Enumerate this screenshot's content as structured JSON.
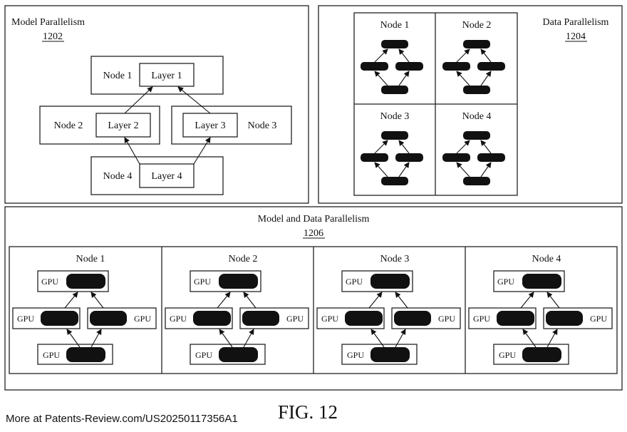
{
  "model_parallelism": {
    "title": "Model Parallelism",
    "ref": "1202",
    "nodes": [
      {
        "node": "Node 1",
        "layer": "Layer 1"
      },
      {
        "node": "Node 2",
        "layer": "Layer 2"
      },
      {
        "node": "Node 3",
        "layer": "Layer 3"
      },
      {
        "node": "Node 4",
        "layer": "Layer 4"
      }
    ]
  },
  "data_parallelism": {
    "title": "Data Parallelism",
    "ref": "1204",
    "nodes": [
      "Node 1",
      "Node 2",
      "Node 3",
      "Node 4"
    ]
  },
  "model_and_data_parallelism": {
    "title": "Model and Data Parallelism",
    "ref": "1206",
    "nodes": [
      "Node 1",
      "Node 2",
      "Node 3",
      "Node 4"
    ],
    "gpu_label": "GPU"
  },
  "footer": {
    "link": "More at Patents-Review.com/US20250117356A1",
    "figure": "FIG. 12"
  }
}
